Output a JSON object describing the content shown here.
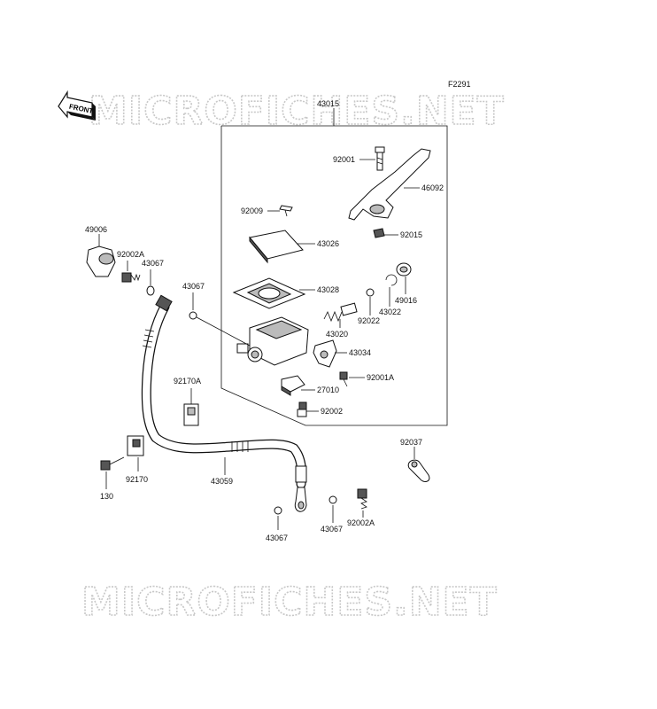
{
  "diagram": {
    "figure_code": "F2291",
    "front_label": "FRONT",
    "watermark": "MICROFICHES.NET",
    "parts": {
      "p43015": "43015",
      "p92001": "92001",
      "p46092": "46092",
      "p92009": "92009",
      "p43026": "43026",
      "p92015": "92015",
      "p43028": "43028",
      "p49016": "49016",
      "p43022": "43022",
      "p92022": "92022",
      "p43020": "43020",
      "p43034": "43034",
      "p92001A": "92001A",
      "p27010": "27010",
      "p92002_bottom": "92002",
      "p49006": "49006",
      "p92002A_top": "92002A",
      "p43067_top": "43067",
      "p43067_mid": "43067",
      "p92170A": "92170A",
      "p92170": "92170",
      "p130": "130",
      "p43059": "43059",
      "p43067_low_left": "43067",
      "p43067_low_right": "43067",
      "p92002A_low": "92002A",
      "p92037": "92037"
    }
  }
}
